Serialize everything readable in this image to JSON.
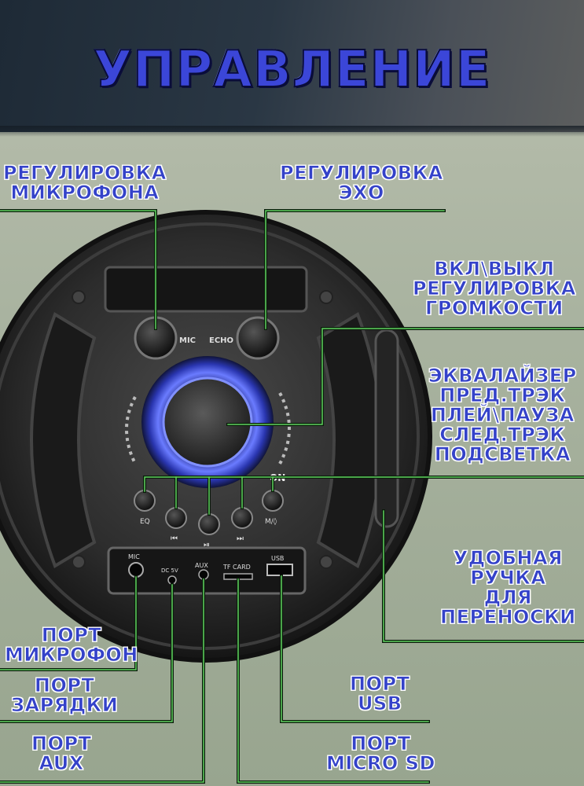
{
  "title": "УПРАВЛЕНИЕ",
  "labels": {
    "mic_control": [
      "РЕГУЛИРОВКА",
      "МИКРОФОНА"
    ],
    "echo_control": [
      "РЕГУЛИРОВКА",
      "ЭХО"
    ],
    "power_volume": [
      "ВКЛ\\ВЫКЛ",
      "РЕГУЛИРОВКА",
      "ГРОМКОСТИ"
    ],
    "buttons": [
      "ЭКВАЛАЙЗЕР",
      "ПРЕД.ТРЭК",
      "ПЛЕЙ\\ПАУЗА",
      "СЛЕД.ТРЭК",
      "ПОДСВЕТКА"
    ],
    "handle": [
      "УДОБНАЯ",
      "РУЧКА",
      "ДЛЯ",
      "ПЕРЕНОСКИ"
    ],
    "mic_port": [
      "ПОРТ",
      "МИКРОФОН"
    ],
    "charge_port": [
      "ПОРТ",
      "ЗАРЯДКИ"
    ],
    "usb_port": [
      "ПОРТ",
      "USB"
    ],
    "aux_port": [
      "ПОРТ",
      "AUX"
    ],
    "sd_port": [
      "ПОРТ",
      "MICRO SD"
    ]
  },
  "panel": {
    "knob_mic": "MIC",
    "knob_echo": "ECHO",
    "on": "ON",
    "eq": "EQ",
    "prev": "⏮",
    "play": "⏯",
    "next": "⏭",
    "mode": "M/◊",
    "jack_mic": "MIC",
    "dc": "DC 5V",
    "aux": "AUX",
    "tf": "TF CARD",
    "usb": "USB"
  }
}
